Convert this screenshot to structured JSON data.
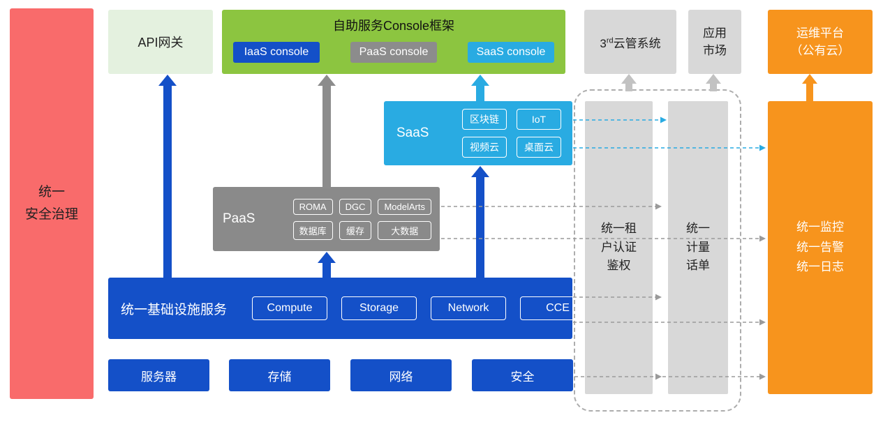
{
  "colors": {
    "red": "#F96B6B",
    "blue": "#1450C8",
    "green": "#8CC540",
    "light_green": "#E4F1DF",
    "gray_light": "#D8D8D8",
    "gray": "#8A8A8A",
    "cyan": "#29ABE2",
    "orange": "#F7941D"
  },
  "security_bar": {
    "label": "统一\n安全治理"
  },
  "api_gateway": {
    "label": "API网关"
  },
  "console_frame": {
    "title": "自助服务Console框架",
    "consoles": [
      {
        "label": "IaaS console"
      },
      {
        "label": "PaaS console"
      },
      {
        "label": "SaaS console"
      }
    ]
  },
  "third_party": {
    "prefix": "3",
    "sup": "rd",
    "suffix": "云管系统"
  },
  "app_market": {
    "label": "应用\n市场"
  },
  "om_platform": {
    "label": "运维平台\n（公有云）"
  },
  "saas": {
    "label": "SaaS",
    "chips": [
      "区块链",
      "IoT",
      "视频云",
      "桌面云"
    ]
  },
  "paas": {
    "label": "PaaS",
    "chips": [
      "ROMA",
      "DGC",
      "ModelArts",
      "数据库",
      "缓存",
      "大数据"
    ]
  },
  "iaas": {
    "label": "统一基础设施服务",
    "chips": [
      "Compute",
      "Storage",
      "Network",
      "CCE"
    ]
  },
  "hardware": {
    "items": [
      "服务器",
      "存储",
      "网络",
      "安全"
    ]
  },
  "auth_bar": {
    "label": "统一租\n户认证\n鉴权"
  },
  "meter_bar": {
    "label": "统一\n计量\n话单"
  },
  "monitoring": {
    "label": "统一监控\n统一告警\n统一日志"
  }
}
